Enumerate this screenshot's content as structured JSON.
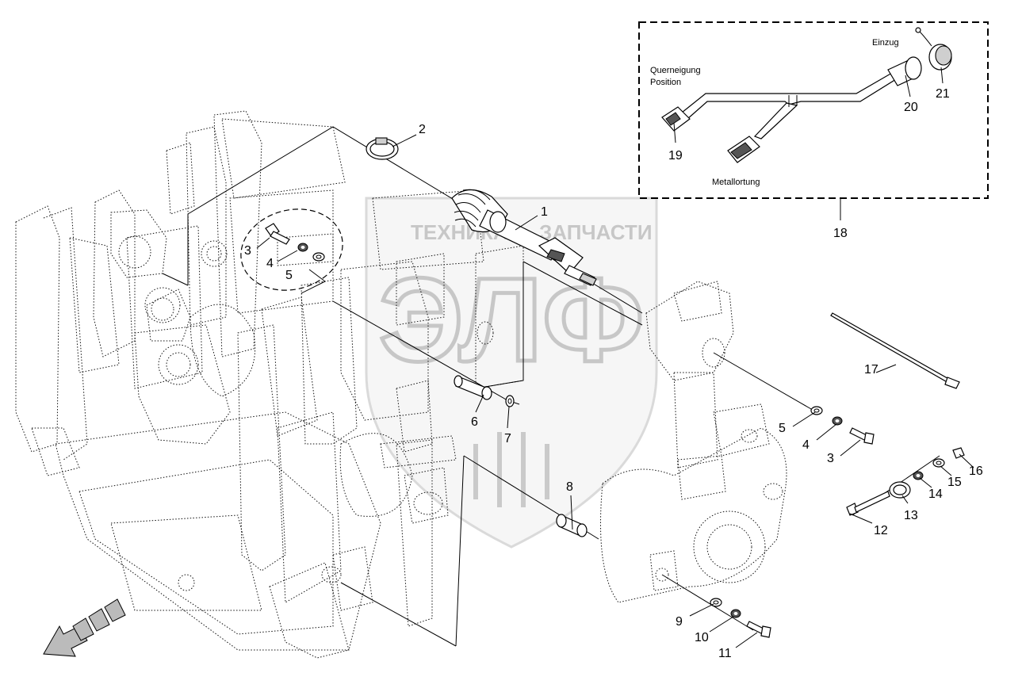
{
  "watermark": {
    "top_text_left": "ТЕХНИКА",
    "top_text_right": "ЗАПЧАСТИ",
    "letters": "ЭЛФ"
  },
  "inset": {
    "labels": {
      "einzug": "Einzug",
      "querneigung_line1": "Querneigung",
      "querneigung_line2": "Position",
      "metallortung": "Metallortung"
    }
  },
  "callouts": {
    "c1": "1",
    "c2": "2",
    "c3a": "3",
    "c4a": "4",
    "c5a": "5",
    "c6": "6",
    "c7": "7",
    "c8": "8",
    "c9": "9",
    "c10": "10",
    "c11": "11",
    "c12": "12",
    "c13": "13",
    "c14": "14",
    "c15": "15",
    "c16": "16",
    "c17": "17",
    "c18": "18",
    "c19": "19",
    "c20": "20",
    "c21": "21",
    "c3b": "3",
    "c4b": "4",
    "c5b": "5"
  }
}
